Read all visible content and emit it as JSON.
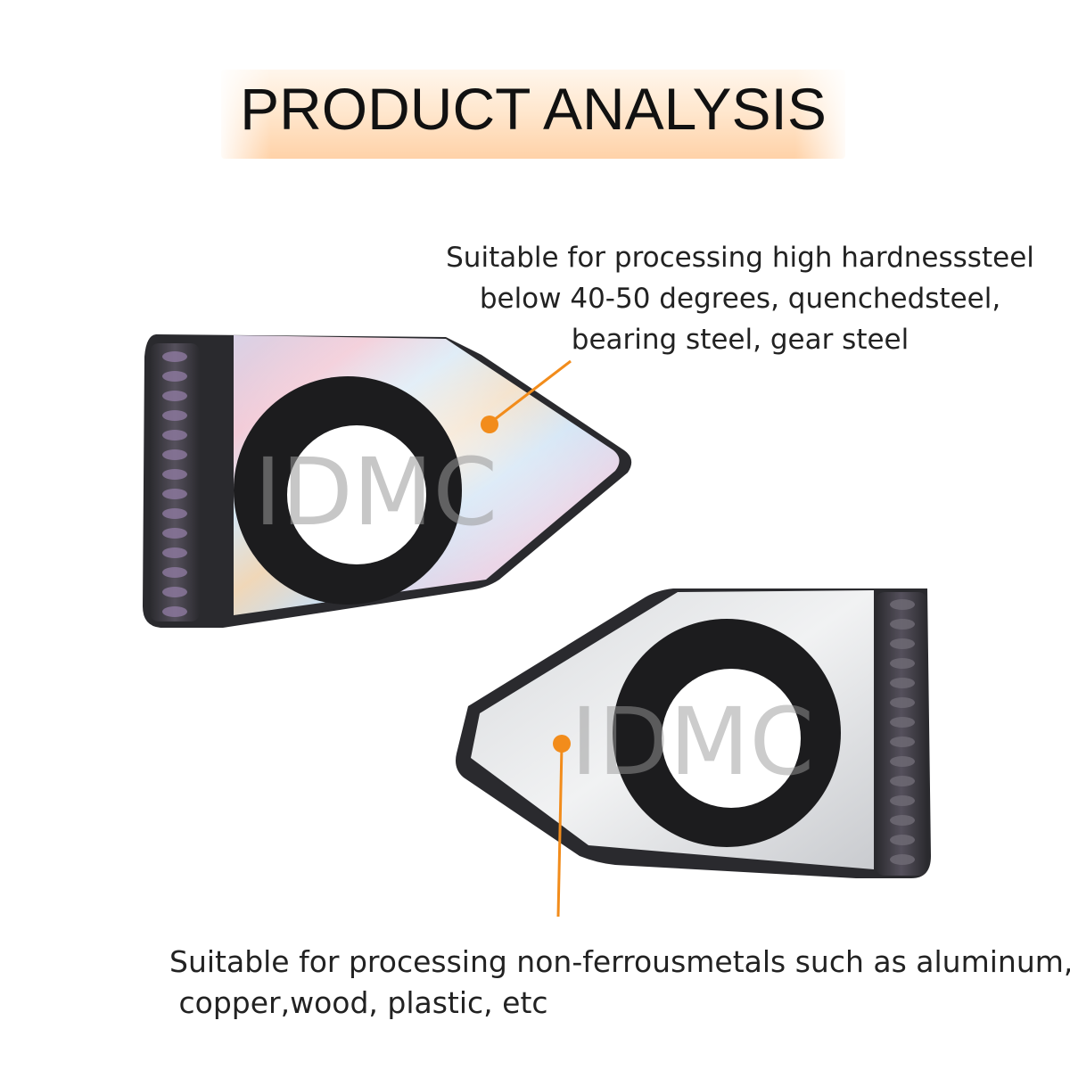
{
  "header": {
    "title": "PRODUCT ANALYSIS"
  },
  "callouts": {
    "coated": {
      "lines": [
        "Suitable for processing high hardnesssteel",
        "below 40-50 degrees, quenchedsteel,",
        "bearing steel, gear steel"
      ]
    },
    "uncoated": {
      "lines": [
        "Suitable for processing non-ferrousmetals such as aluminum,",
        " copper,wood, plastic, etc"
      ]
    }
  },
  "watermark": {
    "coated": "IDMC",
    "uncoated": "IDMC"
  },
  "colors": {
    "accent_orange": "#f28c1b",
    "insert_dark": "#1c1c1e",
    "banner_orange": "#ffd2a8"
  }
}
